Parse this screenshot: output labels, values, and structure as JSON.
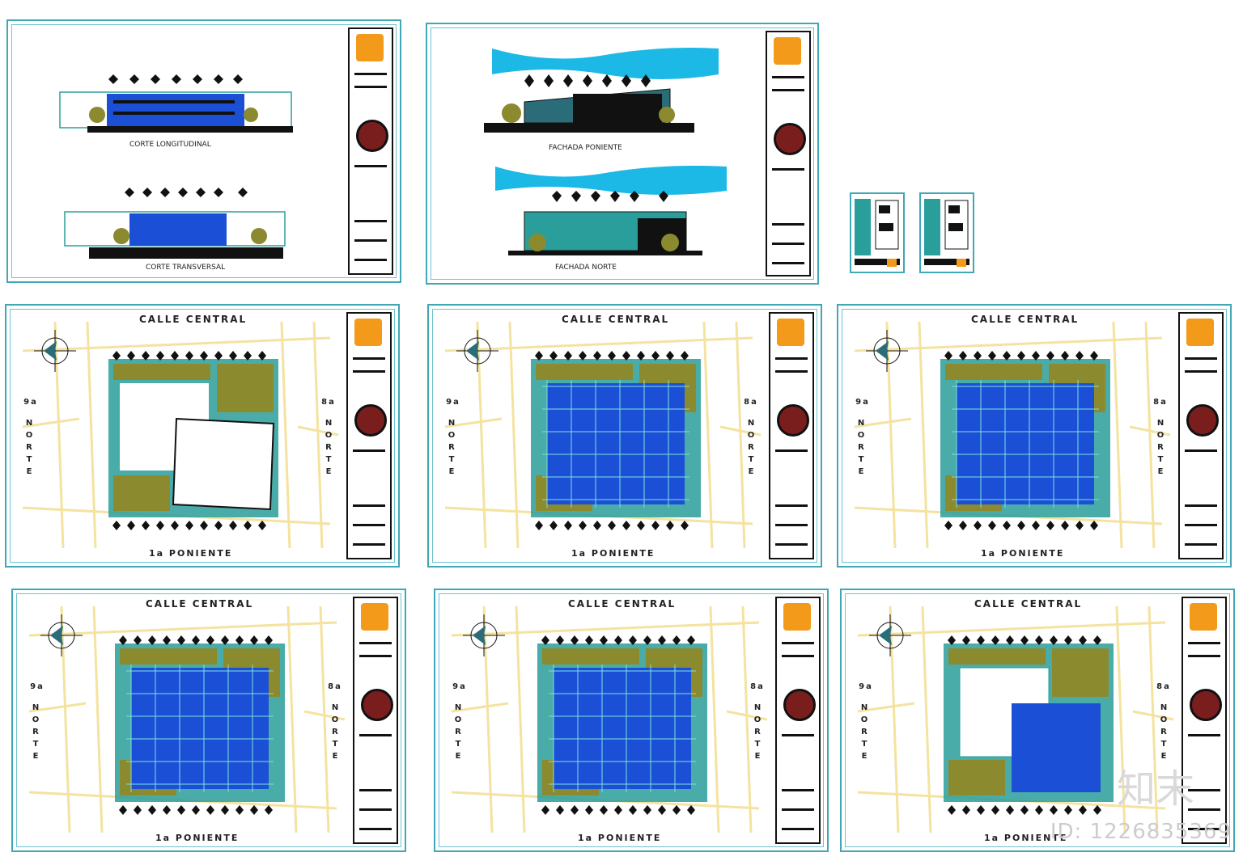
{
  "sheets_top": [
    {
      "captions": [
        "CORTE LONGITUDINAL",
        "CORTE TRANSVERSAL"
      ]
    },
    {
      "captions": [
        "FACHADA PONIENTE",
        "FACHADA NORTE"
      ]
    }
  ],
  "plan_labels": {
    "top": "CALLE CENTRAL",
    "bottom": "1a PONIENTE",
    "left_num": "9a",
    "right_num": "8a",
    "side_word": "NORTE"
  },
  "watermark": {
    "logo": "知末",
    "id": "ID: 1226835369"
  },
  "colors": {
    "frame": "#3fa7b5",
    "street": "#f4e3a0",
    "tree": "#8b8a2e",
    "glass": "#1b4fd6",
    "steel": "#2a9e9a",
    "logo": "#f39a1a"
  }
}
